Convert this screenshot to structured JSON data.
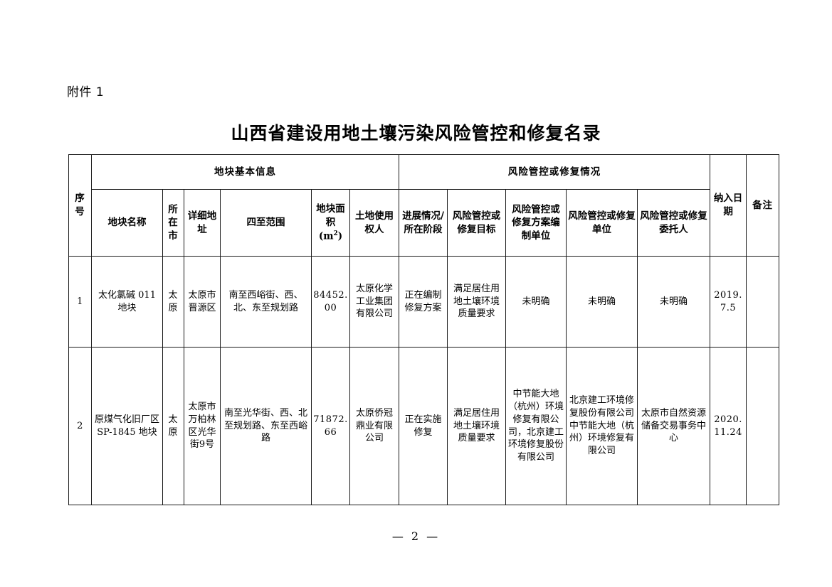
{
  "document": {
    "attachment_label": "附件 1",
    "title": "山西省建设用地土壤污染风险管控和修复名录",
    "page_footer": "— 2 —"
  },
  "table": {
    "group_headers": {
      "seq": "序号",
      "parcel_basic_info": "地块基本信息",
      "risk_control_status": "风险管控或修复情况",
      "inclusion_date": "纳入日期",
      "remarks": "备注"
    },
    "columns": {
      "parcel_name": "地块名称",
      "city": "所在市",
      "detailed_address": "详细地址",
      "boundary_scope": "四至范围",
      "parcel_area": "地块面积",
      "parcel_area_unit": "(m",
      "parcel_area_unit_sup": "2",
      "parcel_area_unit_close": ")",
      "land_use_right_holder": "土地使用权人",
      "progress_stage": "进展情况/所在阶段",
      "control_target": "风险管控或修复目标",
      "plan_preparation_unit": "风险管控或修复方案编制单位",
      "control_unit": "风险管控或修复单位",
      "control_client": "风险管控或修复委托人"
    },
    "rows": [
      {
        "seq": "1",
        "parcel_name": "太化氯碱 011 地块",
        "city": "太原",
        "detailed_address": "太原市晋源区",
        "boundary_scope": "南至西峪街、西、北、东至规划路",
        "parcel_area": "84452.00",
        "land_use_right_holder": "太原化学工业集团有限公司",
        "progress_stage": "正在编制修复方案",
        "control_target": "满足居住用地土壤环境质量要求",
        "plan_preparation_unit": "未明确",
        "control_unit": "未明确",
        "control_client": "未明确",
        "inclusion_date": "2019.7.5",
        "remarks": ""
      },
      {
        "seq": "2",
        "parcel_name": "原煤气化旧厂区 SP-1845 地块",
        "city": "太原",
        "detailed_address": "太原市万柏林区光华街9号",
        "boundary_scope": "南至光华街、西、北至规划路、东至西峪路",
        "parcel_area": "71872.66",
        "land_use_right_holder": "太原侨冠鼎业有限公司",
        "progress_stage": "正在实施修复",
        "control_target": "满足居住用地土壤环境质量要求",
        "plan_preparation_unit": "中节能大地（杭州）环境修复有限公司，北京建工环境修复股份有限公司",
        "control_unit": "北京建工环境修复股份有限公司中节能大地（杭州）环境修复有限公司",
        "control_client": "太原市自然资源储备交易事务中心",
        "inclusion_date": "2020.11.24",
        "remarks": ""
      }
    ]
  }
}
